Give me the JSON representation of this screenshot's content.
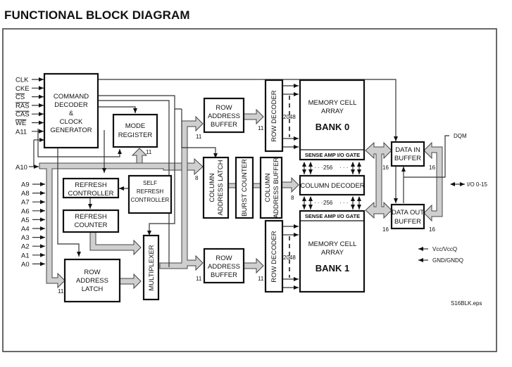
{
  "title": "FUNCTIONAL BLOCK DIAGRAM",
  "inputs": {
    "control": [
      "CLK",
      "CKE",
      "CS",
      "RAS",
      "CAS",
      "WE",
      "A11"
    ],
    "overlined": [
      "CS",
      "RAS",
      "CAS",
      "WE"
    ],
    "a10": "A10",
    "address": [
      "A9",
      "A8",
      "A7",
      "A6",
      "A5",
      "A4",
      "A3",
      "A2",
      "A1",
      "A0"
    ]
  },
  "blocks": {
    "command_decoder": [
      "COMMAND",
      "DECODER",
      "&",
      "CLOCK",
      "GENERATOR"
    ],
    "mode_register": [
      "MODE",
      "REGISTER"
    ],
    "refresh_controller": [
      "REFRESH",
      "CONTROLLER"
    ],
    "self_refresh_controller": [
      "SELF",
      "REFRESH",
      "CONTROLLER"
    ],
    "refresh_counter": [
      "REFRESH",
      "COUNTER"
    ],
    "row_address_latch": [
      "ROW",
      "ADDRESS",
      "LATCH"
    ],
    "multiplexer": "MULTIPLEXER",
    "row_address_buffer_0": [
      "ROW",
      "ADDRESS",
      "BUFFER"
    ],
    "row_address_buffer_1": [
      "ROW",
      "ADDRESS",
      "BUFFER"
    ],
    "column_address_latch": [
      "COLUMN",
      "ADDRESS LATCH"
    ],
    "burst_counter": "BURST COUNTER",
    "column_address_buffer": [
      "COLUMN",
      "ADDRESS BUFFER"
    ],
    "row_decoder_0": "ROW DECODER",
    "row_decoder_1": "ROW DECODER",
    "bank0": {
      "line1": "MEMORY CELL",
      "line2": "ARRAY",
      "name": "BANK 0",
      "sense": "SENSE AMP I/O GATE"
    },
    "bank1": {
      "line1": "MEMORY CELL",
      "line2": "ARRAY",
      "name": "BANK 1",
      "sense": "SENSE AMP I/O GATE"
    },
    "column_decoder": "COLUMN DECODER",
    "data_in_buffer": [
      "DATA IN",
      "BUFFER"
    ],
    "data_out_buffer": [
      "DATA OUT",
      "BUFFER"
    ]
  },
  "bus_widths": {
    "mode_register": "11",
    "row_latch_in": "11",
    "row_buffer_in": "11",
    "row_decoder_in": "11",
    "column_latch_in": "8",
    "column_decoder_in": "8",
    "rows": "2048",
    "columns": "256",
    "data": "16"
  },
  "signals": {
    "dqm": "DQM",
    "io": "I/O 0-15",
    "vcc": "Vcc/VccQ",
    "gnd": "GND/GNDQ"
  },
  "filename": "S16BLK.eps"
}
